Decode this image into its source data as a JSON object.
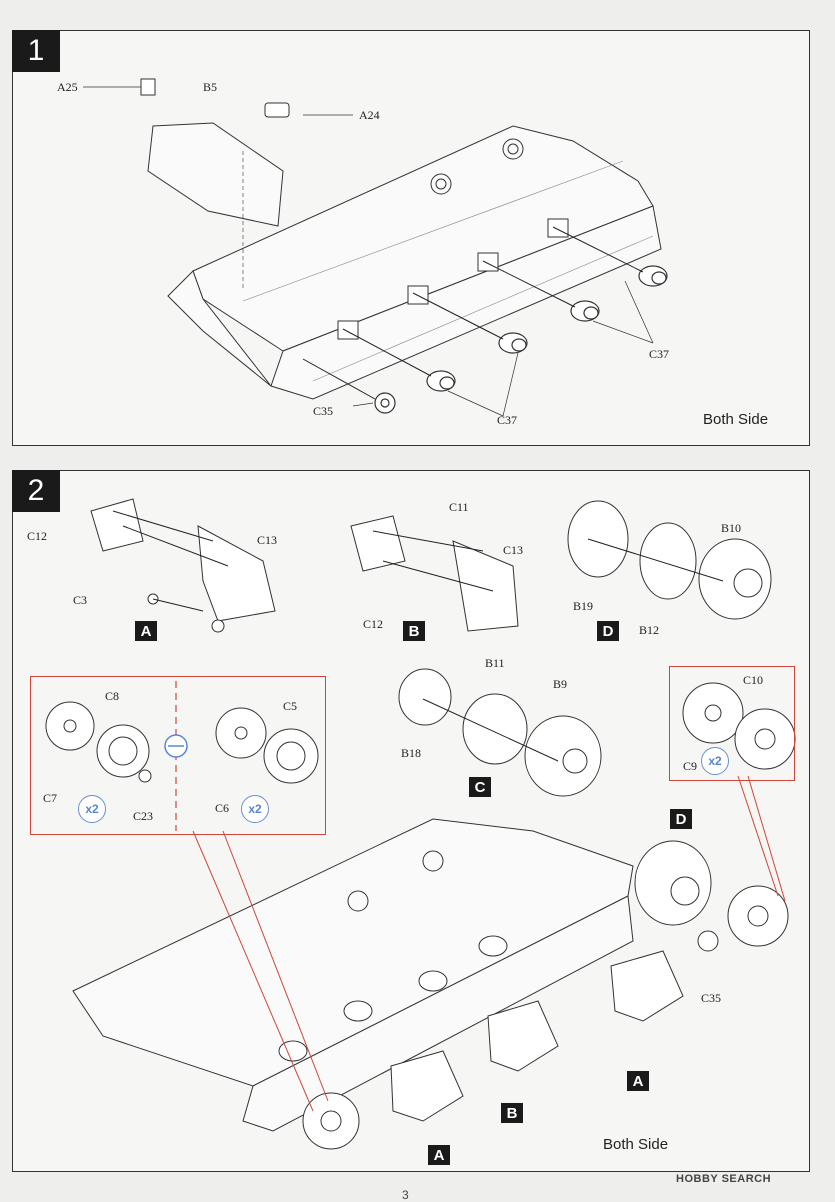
{
  "step1": {
    "number": "1",
    "labels": {
      "a25": "A25",
      "b5": "B5",
      "a24": "A24",
      "c35": "C35",
      "c37_right": "C37",
      "c37_bottom": "C37"
    },
    "note": "Both Side"
  },
  "step2": {
    "number": "2",
    "labels": {
      "c12_a": "C12",
      "c13_a": "C13",
      "c3": "C3",
      "c11": "C11",
      "c13_b": "C13",
      "c12_b": "C12",
      "b10": "B10",
      "b19": "B19",
      "b12": "B12",
      "b11": "B11",
      "b9": "B9",
      "b18": "B18",
      "c8": "C8",
      "c7": "C7",
      "c23": "C23",
      "c5": "C5",
      "c6": "C6",
      "c10": "C10",
      "c9": "C9",
      "c35": "C35"
    },
    "badges": {
      "a_top": "A",
      "b_top": "B",
      "d_top": "D",
      "c_mid": "C",
      "d_hull": "D",
      "a_right": "A",
      "b_bottom": "B",
      "a_bottom": "A"
    },
    "multipliers": {
      "left": "x2",
      "right": "x2",
      "sprocket": "x2"
    },
    "note": "Both Side"
  },
  "footer": {
    "page": "3",
    "watermark": "HOBBY SEARCH"
  }
}
